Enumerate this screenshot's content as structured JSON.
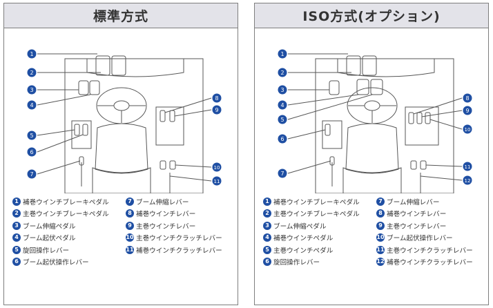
{
  "panels": [
    {
      "title": "標準方式",
      "markers": [
        "1",
        "2",
        "3",
        "4",
        "5",
        "6",
        "7",
        "8",
        "9",
        "10",
        "11"
      ],
      "legend_left": [
        {
          "n": "1",
          "text": "補巻ウインチブレーキペダル"
        },
        {
          "n": "2",
          "text": "主巻ウインチブレーキペダル"
        },
        {
          "n": "3",
          "text": "ブーム伸縮ペダル"
        },
        {
          "n": "4",
          "text": "ブーム起伏ペダル"
        },
        {
          "n": "5",
          "text": "旋回操作レバー"
        },
        {
          "n": "6",
          "text": "ブーム起伏操作レバー"
        }
      ],
      "legend_right": [
        {
          "n": "7",
          "text": "ブーム伸縮レバー"
        },
        {
          "n": "8",
          "text": "補巻ウインチレバー"
        },
        {
          "n": "9",
          "text": "主巻ウインチレバー"
        },
        {
          "n": "10",
          "text": "主巻ウインチクラッチレバー"
        },
        {
          "n": "11",
          "text": "補巻ウインチクラッチレバー"
        }
      ]
    },
    {
      "title": "ISO方式(オプション)",
      "markers": [
        "1",
        "2",
        "3",
        "4",
        "5",
        "6",
        "7",
        "8",
        "9",
        "10",
        "11",
        "12"
      ],
      "legend_left": [
        {
          "n": "1",
          "text": "補巻ウインチブレーキペダル"
        },
        {
          "n": "2",
          "text": "主巻ウインチブレーキペダル"
        },
        {
          "n": "3",
          "text": "ブーム伸縮ペダル"
        },
        {
          "n": "4",
          "text": "補巻ウインチペダル"
        },
        {
          "n": "5",
          "text": "主巻ウインチペダル"
        },
        {
          "n": "6",
          "text": "旋回操作レバー"
        }
      ],
      "legend_right": [
        {
          "n": "7",
          "text": "ブーム伸縮レバー"
        },
        {
          "n": "8",
          "text": "補巻ウインチレバー"
        },
        {
          "n": "9",
          "text": "主巻ウインチレバー"
        },
        {
          "n": "10",
          "text": "ブーム起伏操作レバー"
        },
        {
          "n": "11",
          "text": "主巻ウインチクラッチレバー"
        },
        {
          "n": "12",
          "text": "補巻ウインチクラッチレバー"
        }
      ]
    }
  ],
  "colors": {
    "marker": "#1f4fa3",
    "line": "#555555",
    "header": "#e3e3e9"
  }
}
